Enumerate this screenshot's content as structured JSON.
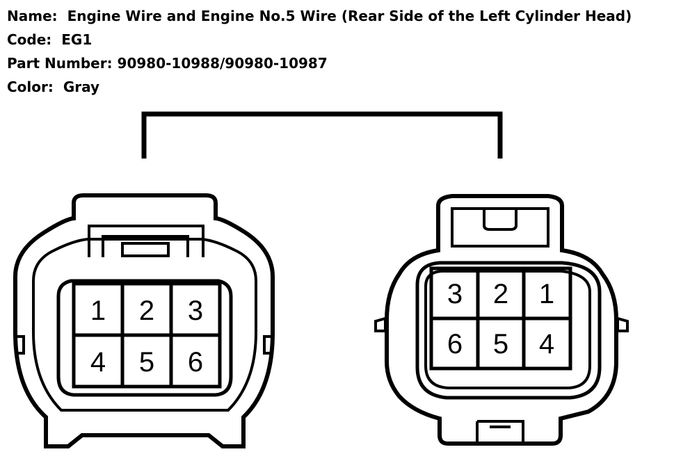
{
  "info": {
    "name_label": "Name:",
    "name_value": "Engine Wire and Engine No.5 Wire (Rear Side of the Left Cylinder Head)",
    "code_label": "Code:",
    "code_value": "EG1",
    "part_label": "Part Number:",
    "part_value": "90980-10988/90980-10987",
    "color_label": "Color:",
    "color_value": "Gray"
  },
  "connector_left": {
    "pins_row1": [
      "1",
      "2",
      "3"
    ],
    "pins_row2": [
      "4",
      "5",
      "6"
    ]
  },
  "connector_right": {
    "pins_row1": [
      "3",
      "2",
      "1"
    ],
    "pins_row2": [
      "6",
      "5",
      "4"
    ]
  }
}
